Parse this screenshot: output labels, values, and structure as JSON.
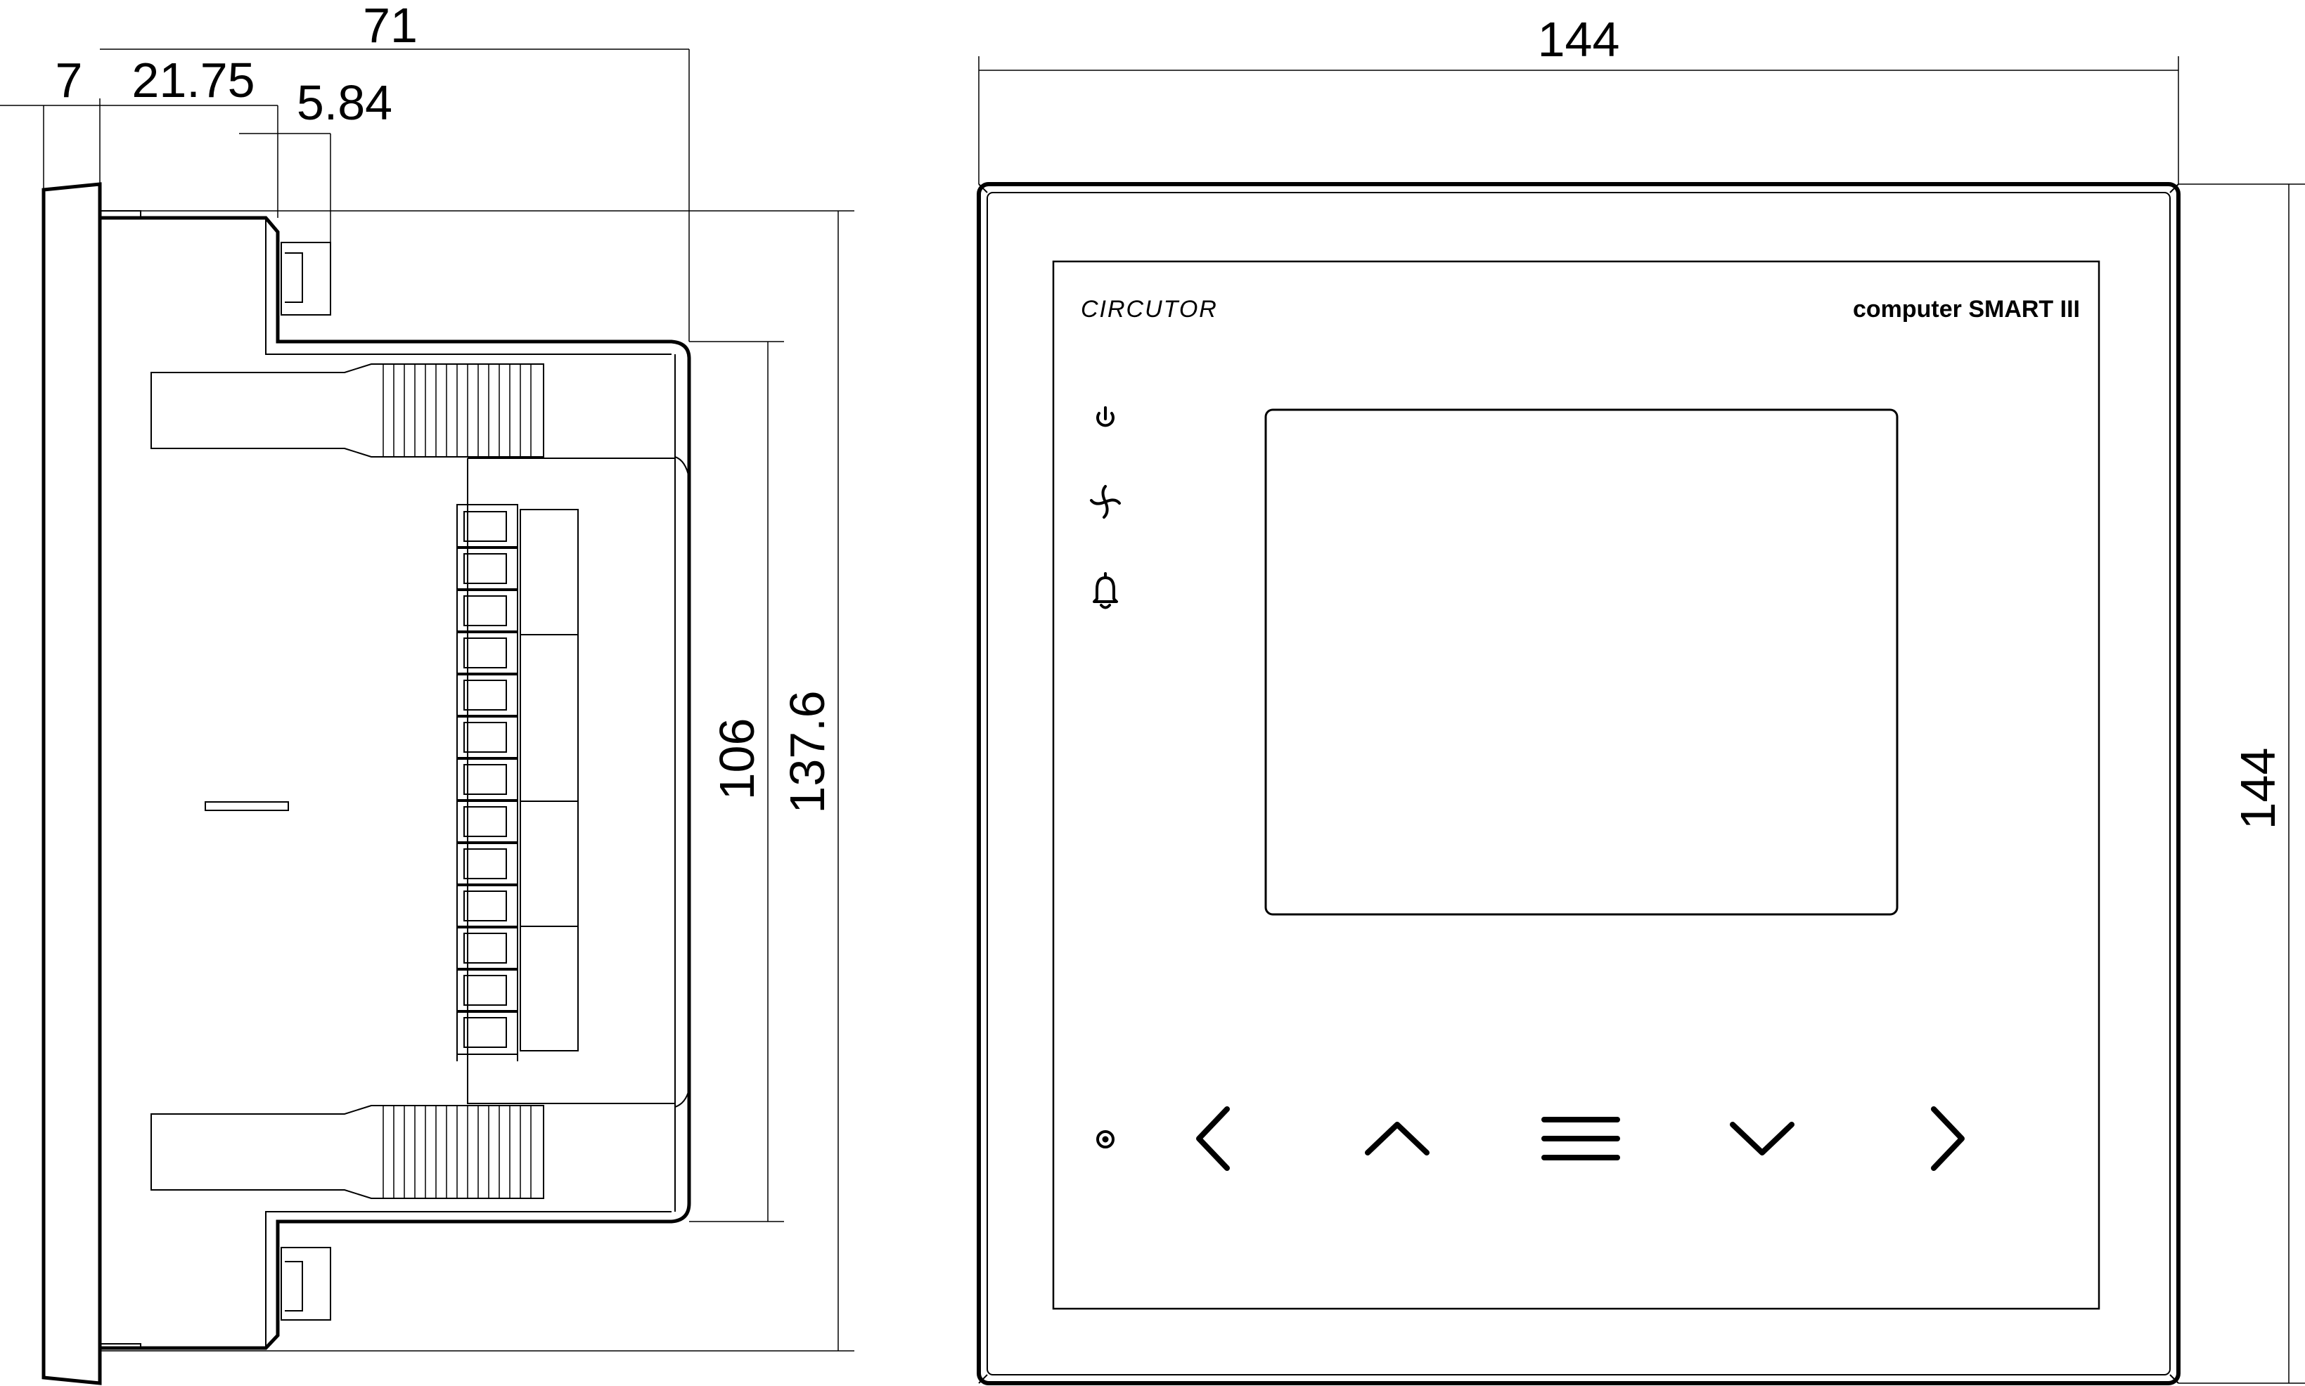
{
  "side_view": {
    "dimensions": {
      "overall_depth": "71",
      "front_thickness": "7",
      "clip_offset": "21.75",
      "clip_width": "5.84",
      "body_height": "106",
      "overall_height": "137.6"
    }
  },
  "front_view": {
    "dimensions": {
      "width": "144",
      "height": "144"
    },
    "brand": "CIRCUTOR",
    "model": "computer SMART III",
    "indicators": [
      "power-icon",
      "fan-icon",
      "bell-icon"
    ],
    "buttons": [
      "dot-button",
      "chevron-left-icon",
      "chevron-up-icon",
      "menu-icon",
      "chevron-down-icon",
      "chevron-right-icon"
    ]
  }
}
